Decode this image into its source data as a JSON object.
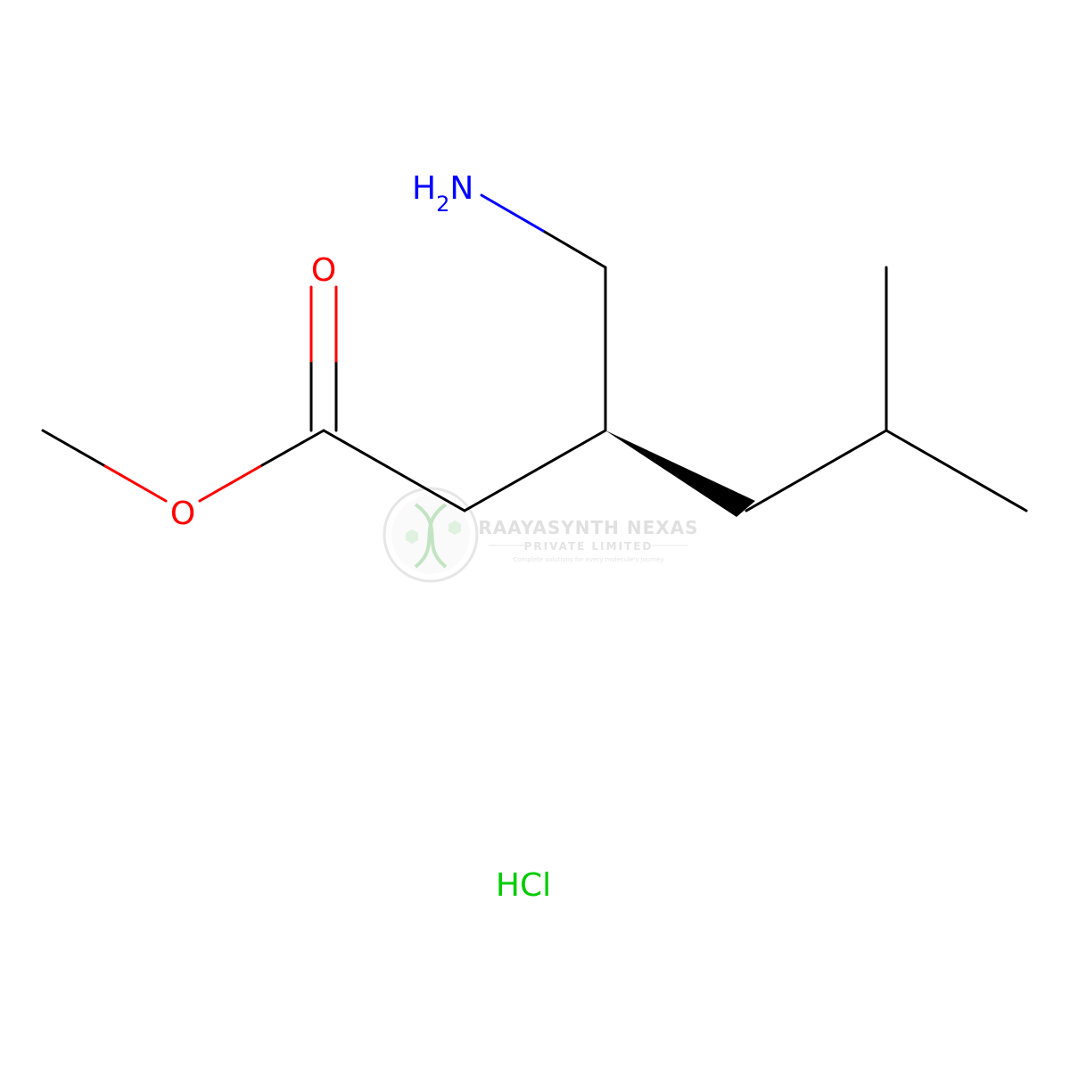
{
  "molecule": {
    "atoms": {
      "amine": {
        "label": "N",
        "hydrogen": "H",
        "h_count": "2",
        "color": "#0000FF"
      },
      "carbonyl_oxygen": {
        "label": "O",
        "color": "#FF0000"
      },
      "ester_oxygen": {
        "label": "O",
        "color": "#FF0000"
      },
      "counterion": {
        "label": "HCl",
        "color": "#00CC00"
      }
    },
    "bond_color": "#000000"
  },
  "watermark": {
    "company": "RAAYASYNTH NEXAS",
    "subtitle": "PRIVATE LIMITED",
    "tagline": "Complete solutions for every molecule's journey",
    "color": "#9aa0a6",
    "accent": "#7cc47c"
  }
}
